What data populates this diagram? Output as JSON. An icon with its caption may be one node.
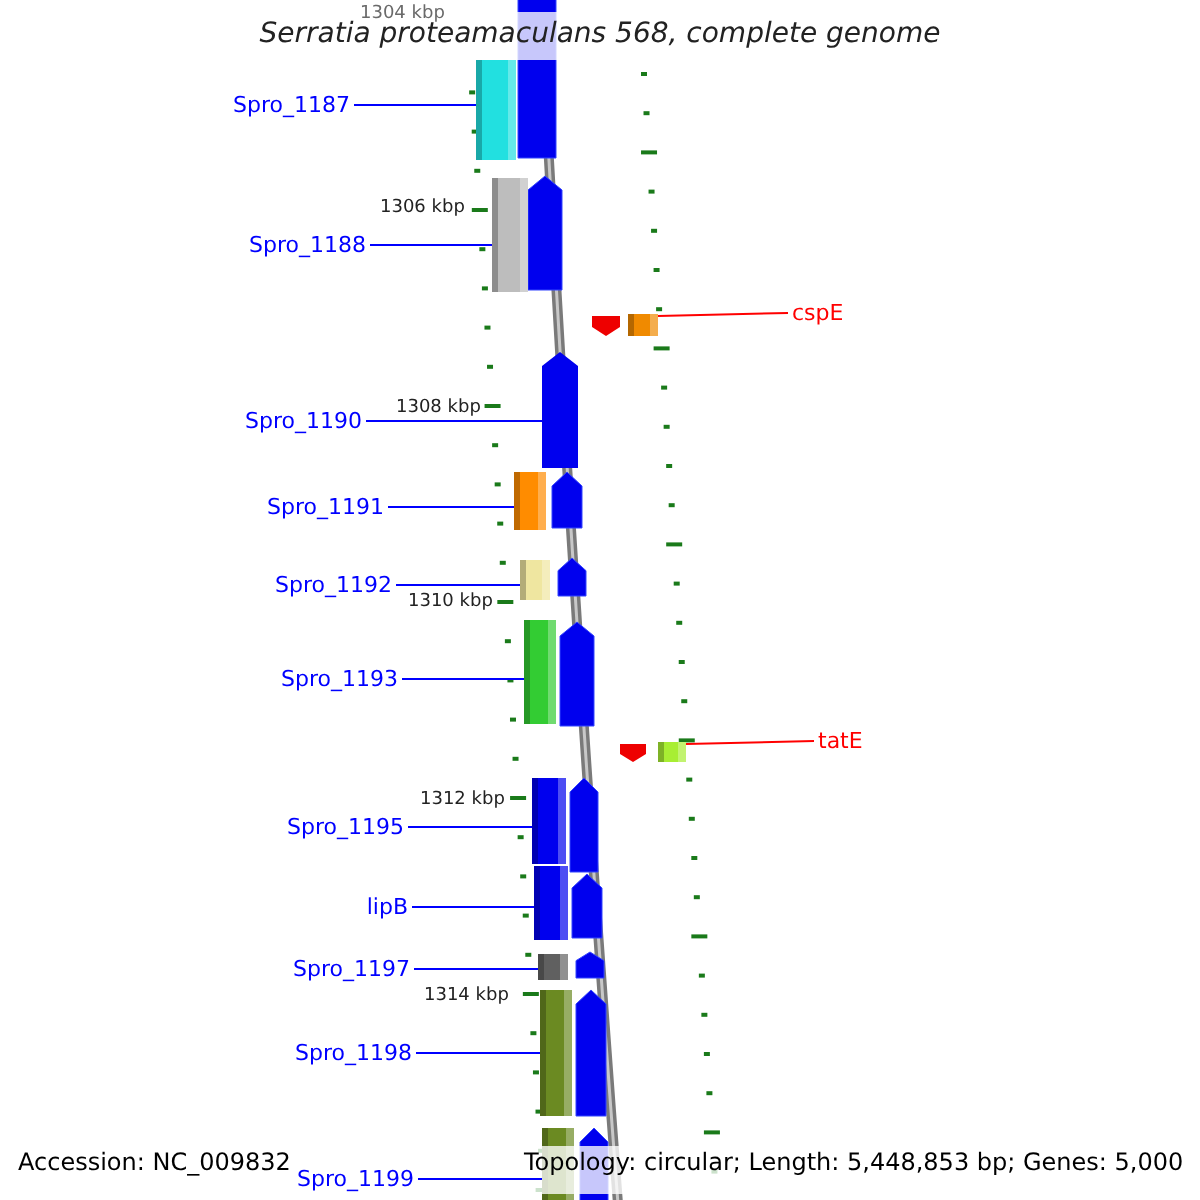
{
  "diagram": {
    "title": "Serratia proteamaculans 568, complete genome",
    "nodes": [
      {
        "text": [
          "Spro_1187"
        ]
      },
      {
        "text": [],
        "shape": "box"
      },
      {
        "text": [
          "Spro_1188"
        ]
      },
      {
        "text": [],
        "shape": "box"
      },
      {
        "text": [
          "cspE"
        ]
      },
      {
        "text": [],
        "shape": "box"
      },
      {
        "text": [
          "Spro_1190"
        ]
      },
      {
        "text": [],
        "shape": "arrow"
      },
      {
        "text": [
          "Spro_1191"
        ]
      },
      {
        "text": [],
        "shape": "box"
      },
      {
        "text": [
          "Spro_1192"
        ]
      },
      {
        "text": [],
        "shape": "box"
      },
      {
        "text": [
          "Spro_1193"
        ]
      },
      {
        "text": [],
        "shape": "box"
      },
      {
        "text": [
          "tatE"
        ]
      },
      {
        "text": [],
        "shape": "box"
      },
      {
        "text": [
          "Spro_1195"
        ]
      },
      {
        "text": [],
        "shape": "box"
      },
      {
        "text": [
          "lipB"
        ]
      },
      {
        "text": [],
        "shape": "box"
      },
      {
        "text": [
          "Spro_1197"
        ]
      },
      {
        "text": [],
        "shape": "box"
      },
      {
        "text": [
          "Spro_1198"
        ]
      },
      {
        "text": [],
        "shape": "box"
      },
      {
        "text": [
          "Spro_1199"
        ]
      },
      {
        "text": [],
        "shape": "box"
      }
    ],
    "edges": [
      {
        "from": 0,
        "to": 1,
        "arrow": "none"
      },
      {
        "from": 2,
        "to": 3,
        "arrow": "none"
      },
      {
        "from": 4,
        "to": 5,
        "arrow": "none",
        "color": "#ff0000"
      },
      {
        "from": 6,
        "to": 7,
        "arrow": "none"
      },
      {
        "from": 8,
        "to": 9,
        "arrow": "none"
      },
      {
        "from": 10,
        "to": 11,
        "arrow": "none"
      },
      {
        "from": 12,
        "to": 13,
        "arrow": "none"
      },
      {
        "from": 14,
        "to": 15,
        "arrow": "none",
        "color": "#ff0000"
      },
      {
        "from": 16,
        "to": 17,
        "arrow": "none"
      },
      {
        "from": 18,
        "to": 19,
        "arrow": "none"
      },
      {
        "from": 20,
        "to": 21,
        "arrow": "none"
      },
      {
        "from": 22,
        "to": 23,
        "arrow": "none"
      },
      {
        "from": 24,
        "to": 25,
        "arrow": "none"
      }
    ],
    "labels": [
      "1304 kbp",
      "1306 kbp",
      "1308 kbp",
      "1310 kbp",
      "1312 kbp",
      "1314 kbp",
      "Accession: NC_009832",
      "Topology: circular; Length: 5,448,853 bp; Genes: 5,000"
    ]
  }
}
